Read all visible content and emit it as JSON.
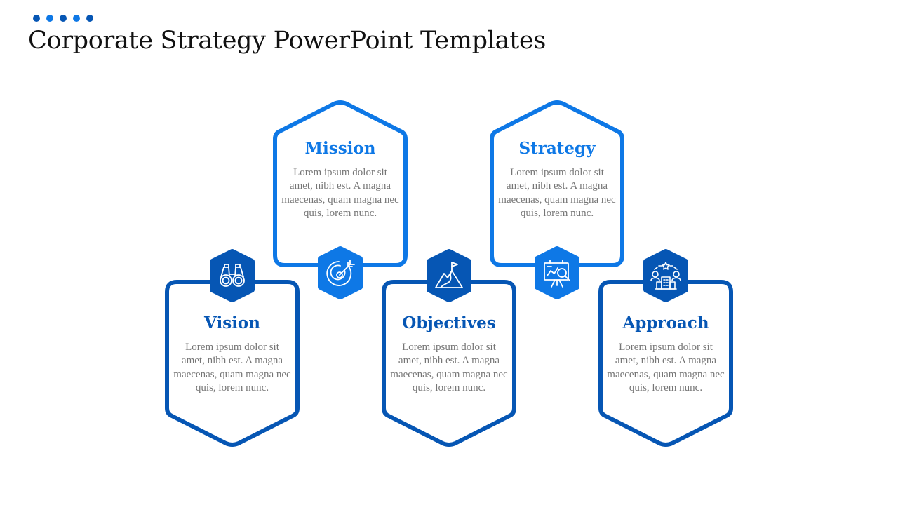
{
  "title": "Corporate Strategy PowerPoint Templates",
  "colors": {
    "dark_blue": "#0656b4",
    "bright_blue": "#0e78e6",
    "body_text": "#767676",
    "title_text": "#111111"
  },
  "cards": [
    {
      "id": "vision",
      "title": "Vision",
      "text": "Lorem ipsum dolor sit amet, nibh est. A magna maecenas, quam magna nec quis, lorem nunc.",
      "icon": "binoculars-icon",
      "color": "#0656b4"
    },
    {
      "id": "mission",
      "title": "Mission",
      "text": "Lorem ipsum dolor sit amet, nibh est. A magna maecenas, quam magna nec quis, lorem nunc.",
      "icon": "target-icon",
      "color": "#0e78e6"
    },
    {
      "id": "objectives",
      "title": "Objectives",
      "text": "Lorem ipsum dolor sit amet, nibh est. A magna maecenas, quam magna nec quis, lorem nunc.",
      "icon": "mountain-flag-icon",
      "color": "#0656b4"
    },
    {
      "id": "strategy",
      "title": "Strategy",
      "text": "Lorem ipsum dolor sit amet, nibh est. A magna maecenas, quam magna nec quis, lorem nunc.",
      "icon": "presentation-board-icon",
      "color": "#0e78e6"
    },
    {
      "id": "approach",
      "title": "Approach",
      "text": "Lorem ipsum dolor sit amet, nibh est. A magna maecenas, quam magna nec quis, lorem nunc.",
      "icon": "team-network-icon",
      "color": "#0656b4"
    }
  ]
}
